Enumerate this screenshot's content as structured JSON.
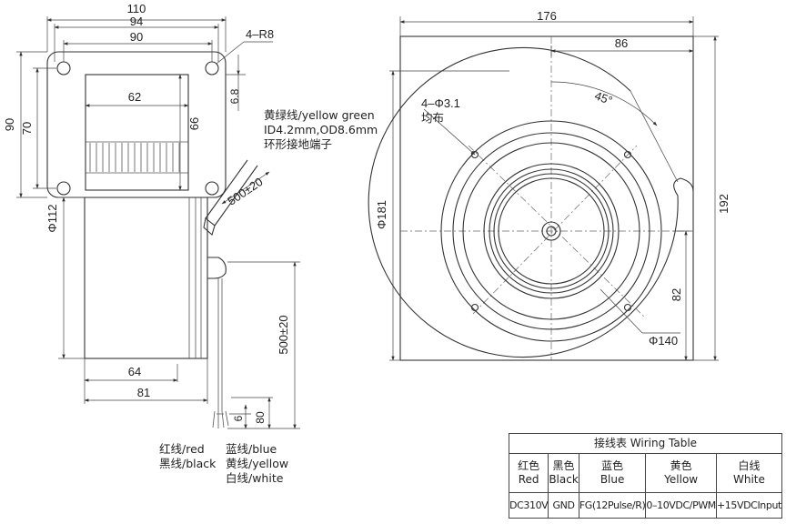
{
  "side_view": {
    "dim_width_110": "110",
    "dim_width_94": "94",
    "dim_width_90": "90",
    "dim_holes": "4–R8",
    "dim_height_90": "90",
    "dim_height_70": "70",
    "dim_inner_62": "62",
    "dim_inner_66": "66",
    "dim_offset_6_8": "6.8",
    "dim_diameter_112": "Φ112",
    "dim_base_64": "64",
    "dim_base_81": "81",
    "dim_cable_500": "500±20",
    "dim_ground_500": "500±20",
    "dim_strip_6": "6",
    "dim_strip_80": "80"
  },
  "ground_wire_note": {
    "line1": "黄绿线/yellow green",
    "line2": "ID4.2mm,OD8.6mm",
    "line3": "环形接地端子"
  },
  "wire_colors": {
    "col1_line1": "红线/red",
    "col1_line2": "黑线/black",
    "col2_line1": "蓝线/blue",
    "col2_line2": "黄线/yellow",
    "col2_line3": "白线/white"
  },
  "front_view": {
    "dim_width_176": "176",
    "dim_width_86": "86",
    "dim_holes": "4–Φ3.1",
    "dim_holes_note": "均布",
    "dim_angle": "45°",
    "dim_diameter_181": "Φ181",
    "dim_height_192": "192",
    "dim_height_82": "82",
    "dim_diameter_140": "Φ140"
  },
  "wiring_table": {
    "caption": "接线表 Wiring Table",
    "columns": [
      {
        "cn": "红色",
        "en": "Red",
        "value": "DC310V"
      },
      {
        "cn": "黑色",
        "en": "Black",
        "value": "GND"
      },
      {
        "cn": "蓝色",
        "en": "Blue",
        "value": "FG(12Pulse/R)"
      },
      {
        "cn": "黄色",
        "en": "Yellow",
        "value": "0–10VDC/PWM"
      },
      {
        "cn": "白线",
        "en": "White",
        "value": "+15VDCInput"
      }
    ]
  }
}
